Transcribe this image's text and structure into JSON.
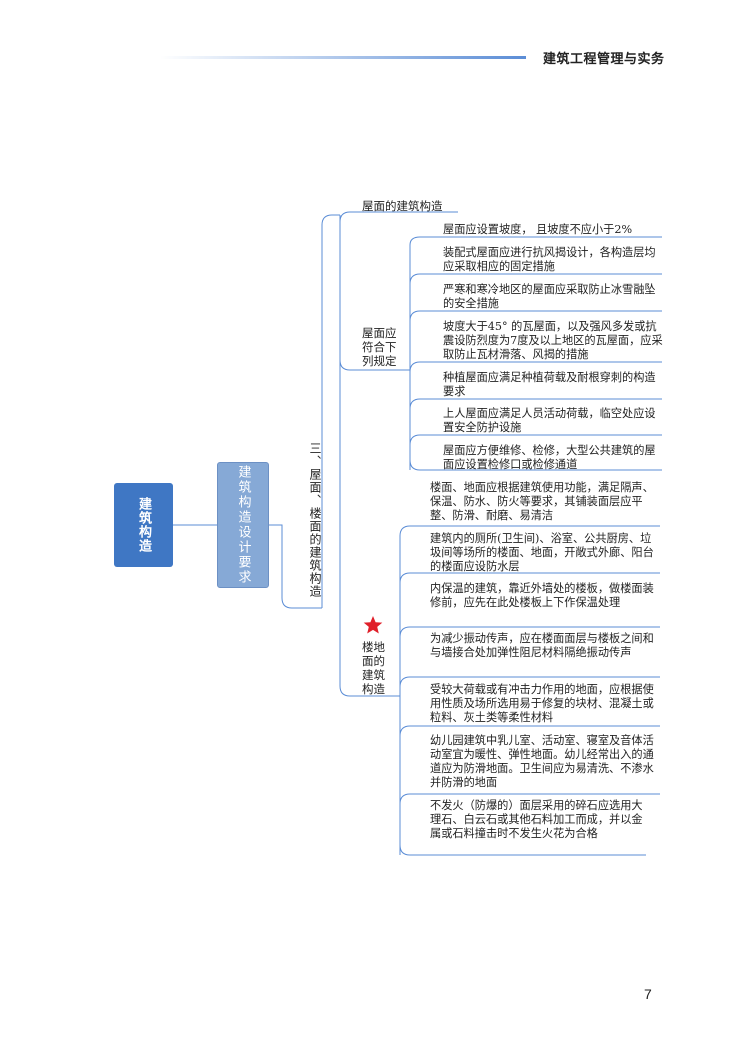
{
  "header": {
    "title": "建筑工程管理与实务"
  },
  "page_number": "7",
  "mindmap": {
    "root": "建筑构造",
    "level1": "建筑构造设计要求",
    "level2": "三、屋面、楼面的建筑构造",
    "roof_heading": "屋面的建筑构造",
    "roof_group": "屋面应符合下列规定",
    "roof_items": [
      "屋面应设置坡度， 且坡度不应小于2%",
      "装配式屋面应进行抗风揭设计，各构造层均应采取相应的固定措施",
      "严寒和寒冷地区的屋面应采取防止冰雪融坠的安全措施",
      "坡度大于45°  的瓦屋面，以及强风多发或抗震设防烈度为7度及以上地区的瓦屋面，应采取防止瓦材滑落、风揭的措施",
      "种植屋面应满足种植荷载及耐根穿刺的构造要求",
      "上人屋面应满足人员活动荷载，临空处应设置安全防护设施",
      "屋面应方便维修、检修，大型公共建筑的屋面应设置检修口或检修通道"
    ],
    "floor_group": "楼地面的建筑构造",
    "floor_items": [
      "楼面、地面应根据建筑使用功能，满足隔声、保温、防水、防火等要求，其铺装面层应平整、防滑、耐磨、易清洁",
      "建筑内的厕所(卫生间)、浴室、公共厨房、垃圾间等场所的楼面、地面，开敞式外廊、阳台的楼面应设防水层",
      "内保温的建筑，靠近外墙处的楼板，做楼面装修前，应先在此处楼板上下作保温处理",
      "为减少振动传声，应在楼面面层与楼板之间和与墙接合处加弹性阻尼材料隔绝振动传声",
      "受较大荷载或有冲击力作用的地面，应根据使用性质及场所选用易于修复的块材、混凝土或粒料、灰土类等柔性材料",
      "幼儿园建筑中乳儿室、活动室、寝室及音体活动室宜为暖性、弹性地面。幼儿经常出入的通道应为防滑地面。卫生间应为易清洗、不渗水并防滑的地面",
      "不发火（防爆的）面层采用的碎石应选用大理石、白云石或其他石料加工而成，并以金属或石料撞击时不发生火花为合格"
    ],
    "colors": {
      "root": "#3f77c4",
      "level1": "#86a9d6",
      "line": "#5b8dd6",
      "star": "#e0202a"
    },
    "icons": [
      "star-icon"
    ]
  }
}
